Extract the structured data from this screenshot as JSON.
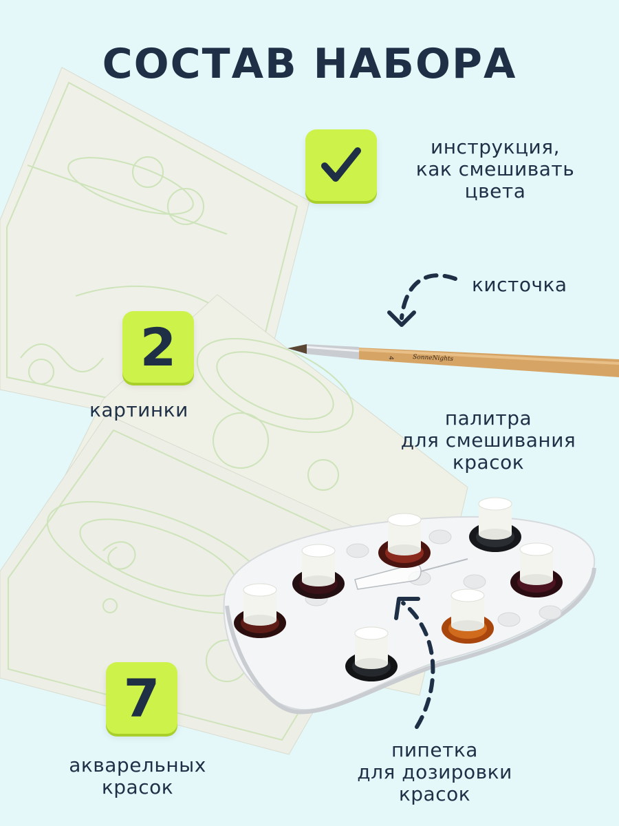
{
  "title": "СОСТАВ НАБОРА",
  "items": {
    "instruction": {
      "lines": [
        "инструкция,",
        "как смешивать",
        "цвета"
      ],
      "icon": "checkmark-icon"
    },
    "brush": {
      "label": "кисточка",
      "brand": "SonneNights",
      "size_mark": "4"
    },
    "pictures": {
      "count": "2",
      "label": "картинки"
    },
    "palette": {
      "lines": [
        "палитра",
        "для смешивания",
        "красок"
      ]
    },
    "paints": {
      "count": "7",
      "lines": [
        "акварельных",
        "красок"
      ]
    },
    "pipette": {
      "lines": [
        "пипетка",
        "для дозировки",
        "красок"
      ]
    }
  },
  "colors": {
    "background": "#e4f7f9",
    "accent": "#cdf24a",
    "text": "#1e2f46",
    "sheet": "#eeefe6",
    "line_art": "#c7dfb3"
  }
}
